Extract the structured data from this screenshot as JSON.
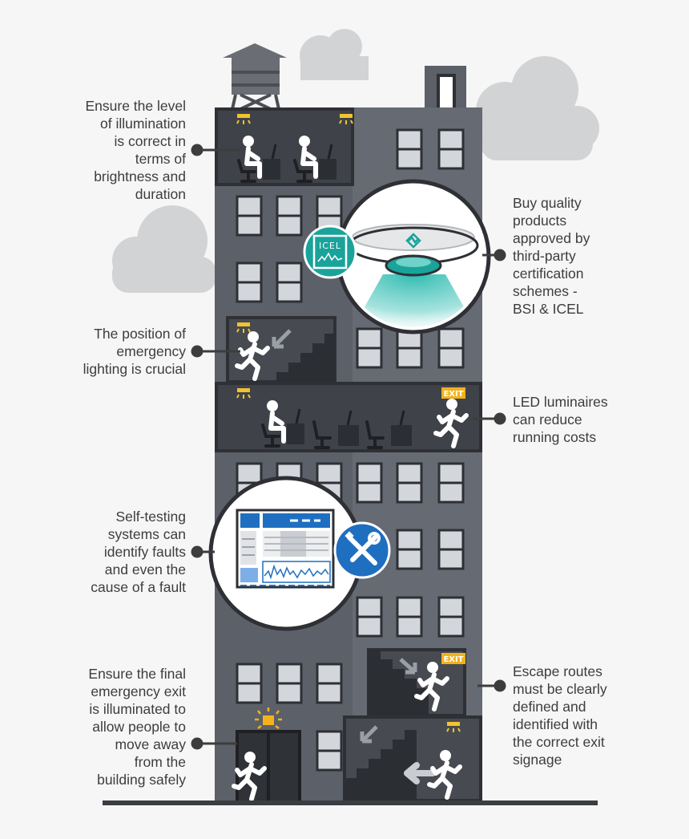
{
  "callouts": {
    "illumination": "Ensure the level\nof illumination\nis correct in\nterms of\nbrightness and\nduration",
    "position": "The position of\nemergency\nlighting is crucial",
    "self_testing": "Self-testing\nsystems can\nidentify faults\nand even the\ncause of a fault",
    "final_exit": "Ensure the final\nemergency exit\nis illuminated to\nallow people to\nmove away\nfrom the\nbuilding safely",
    "quality": "Buy quality\nproducts\napproved by\nthird-party\ncertification\nschemes -\nBSI & ICEL",
    "led": "LED luminaires\ncan reduce\nrunning costs",
    "escape": "Escape routes\nmust be clearly\ndefined and\nidentified with\nthe correct exit\nsignage"
  },
  "signs": {
    "exit": "EXIT",
    "icel": "ICEL"
  },
  "colors": {
    "building": "#5c6068",
    "building_light": "#747880",
    "floor_dark": "#3b3e44",
    "window": "#cfd2d6",
    "outline": "#2e3035",
    "cloud": "#d2d3d4",
    "teal": "#1aa39a",
    "blue": "#1f6fc1",
    "light_yellow": "#f2c230",
    "exit_sign": "#f2b21c",
    "text": "#3d3d3d"
  },
  "icons": [
    "water-tower-icon",
    "light-fitting-icon",
    "running-person-icon",
    "person-at-desk-icon",
    "office-chair-icon",
    "exit-sign-icon",
    "direction-arrow-icon",
    "icel-badge-icon",
    "emergency-light-icon",
    "tools-icon",
    "dashboard-icon",
    "exit-lamp-icon"
  ]
}
